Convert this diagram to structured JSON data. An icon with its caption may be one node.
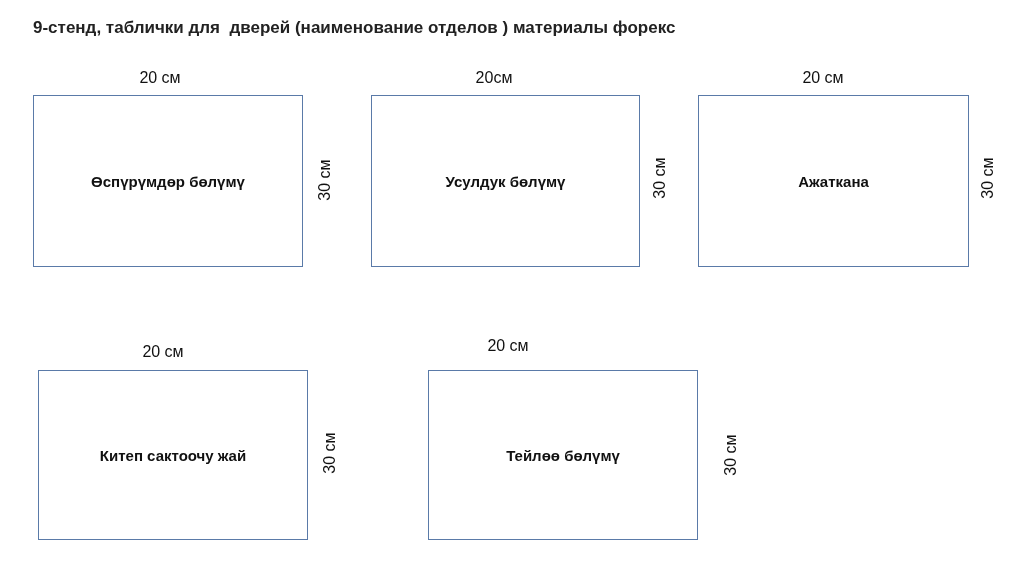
{
  "diagram": {
    "title": "9-стенд, таблички для  дверей (наименование отделов ) материалы форекс",
    "nodes": [
      {
        "text": [
          "Өспүрүмдөр бөлүмү"
        ]
      },
      {
        "text": [
          "Усулдук бөлүмү"
        ]
      },
      {
        "text": [
          "Ажаткана"
        ]
      },
      {
        "text": [
          "Китеп сактоочу жай"
        ]
      },
      {
        "text": [
          "Тейлөө бөлүмү"
        ]
      }
    ],
    "edges": [],
    "labels": [
      "20 см",
      "20см",
      "20 см",
      "30 см",
      "30 см",
      "30 см",
      "20 см",
      "20 см",
      "30 см",
      "30 см"
    ]
  }
}
